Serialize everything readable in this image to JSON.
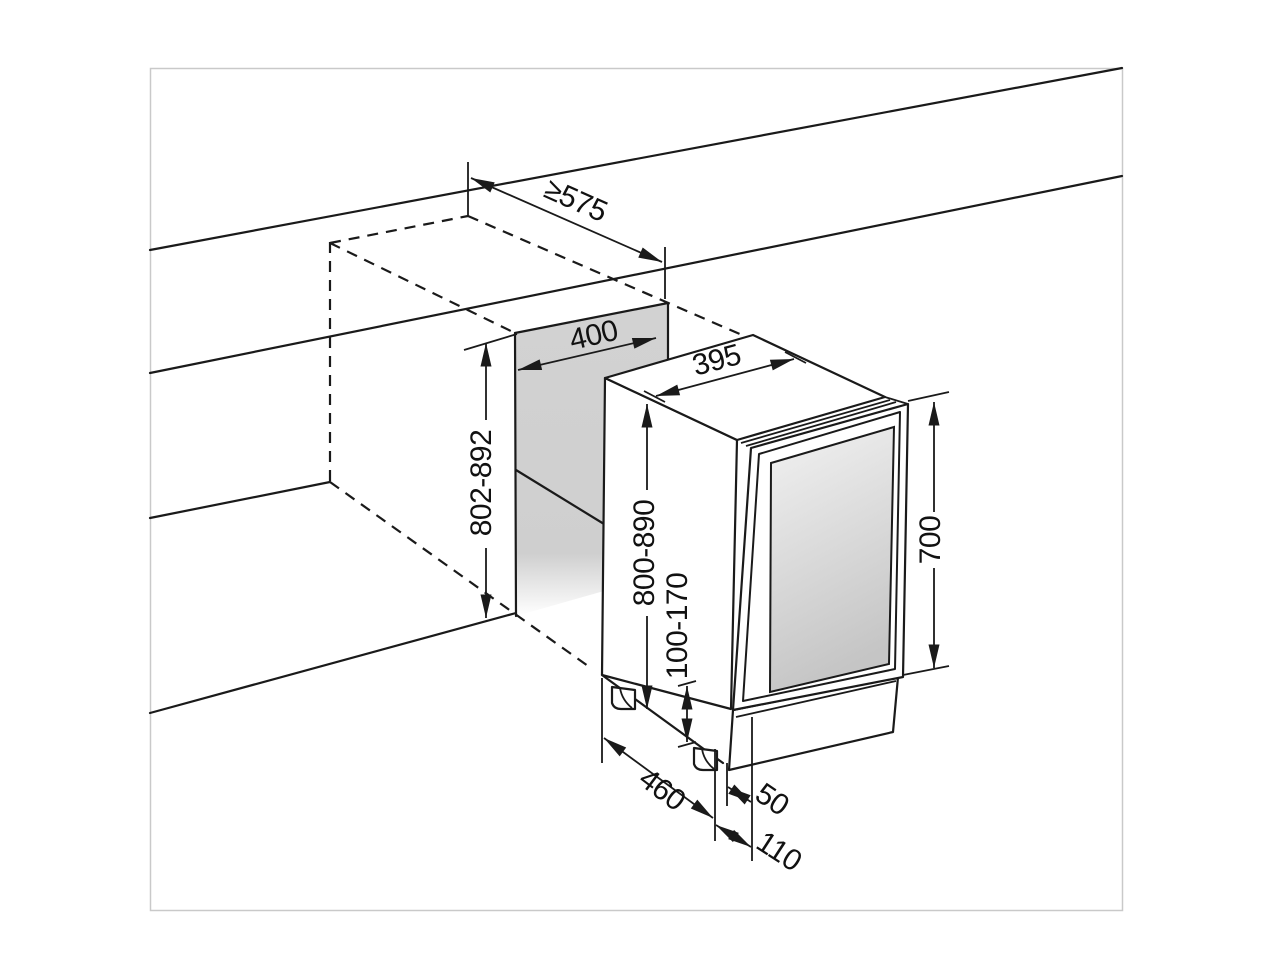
{
  "figure": {
    "kind": "appliance installation dimension drawing",
    "description": "Perspective line drawing of an under-counter niche with a built-under glass-door appliance and millimetre dimensions"
  },
  "colors": {
    "background": "#ffffff",
    "line": "#1a1a1a",
    "frame_border": "#c9c9c9",
    "niche_panel": "#d2d2d2",
    "glass_light": "#f2f2f2",
    "glass_dark": "#c5c5c5"
  },
  "dims": {
    "niche_depth_min": "≥575",
    "niche_width": "400",
    "door_width": "395",
    "niche_height": "802-892",
    "appliance_height": "800-890",
    "foot_height": "100-170",
    "door_height": "700",
    "body_depth": "460",
    "door_thickness": "50",
    "front_offset": "110"
  }
}
